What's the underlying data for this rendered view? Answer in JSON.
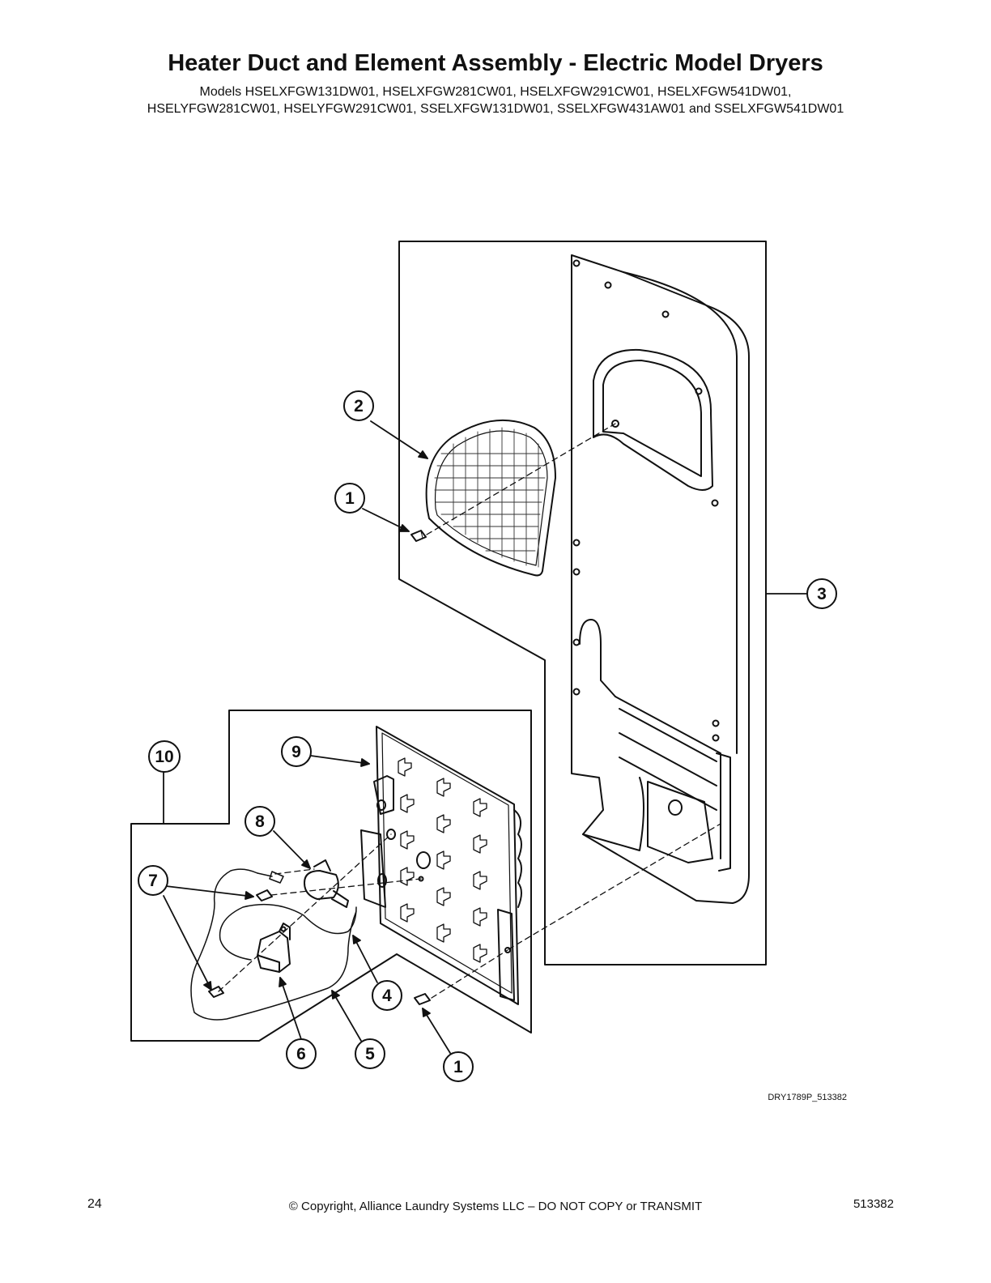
{
  "title": "Heater Duct and Element Assembly - Electric Model Dryers",
  "models_line1": "Models HSELXFGW131DW01, HSELXFGW281CW01, HSELXFGW291CW01, HSELXFGW541DW01,",
  "models_line2": "HSELYFGW281CW01, HSELYFGW291CW01, SSELXFGW131DW01, SSELXFGW431AW01 and SSELXFGW541DW01",
  "callouts": {
    "c1a": "1",
    "c1b": "1",
    "c2": "2",
    "c3": "3",
    "c4": "4",
    "c5": "5",
    "c6": "6",
    "c7": "7",
    "c8": "8",
    "c9": "9",
    "c10": "10"
  },
  "drawing_ref": "DRY1789P_513382",
  "footer": {
    "page_number": "24",
    "copyright": "© Copyright, Alliance Laundry Systems LLC – DO NOT COPY or TRANSMIT",
    "doc_number": "513382"
  }
}
